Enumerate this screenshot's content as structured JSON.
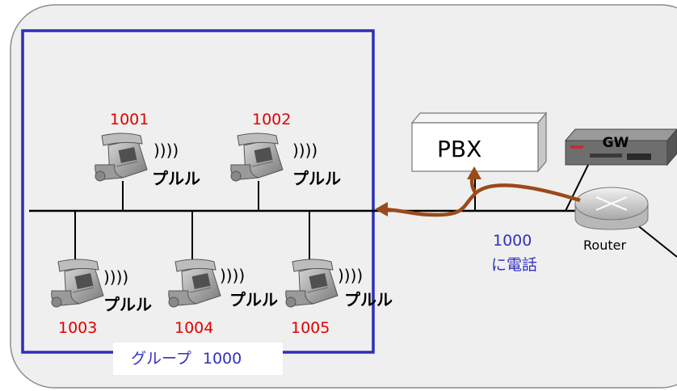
{
  "pbx": {
    "label": "PBX"
  },
  "gateway": {
    "label": "GW"
  },
  "router": {
    "label": "Router"
  },
  "call_note": {
    "line1": "1000",
    "line2": "に電話"
  },
  "group": {
    "label": "グループ",
    "number": "1000"
  },
  "phones": [
    {
      "ext": "1001",
      "ring": "プルル",
      "waves": "))))"
    },
    {
      "ext": "1002",
      "ring": "プルル",
      "waves": "))))"
    },
    {
      "ext": "1003",
      "ring": "プルル",
      "waves": "))))"
    },
    {
      "ext": "1004",
      "ring": "プルル",
      "waves": "))))"
    },
    {
      "ext": "1005",
      "ring": "プルル",
      "waves": "))))"
    }
  ],
  "colors": {
    "group_border": "#2e2eb8",
    "extension": "#e00000",
    "call_note": "#3030c0",
    "call_arrow": "#9a4a1a",
    "area_bg": "#efefef"
  }
}
